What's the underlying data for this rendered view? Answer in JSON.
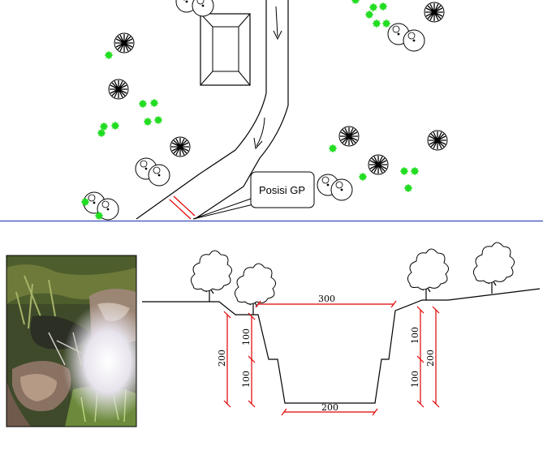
{
  "site_plan": {
    "callout_label": "Posisi GP"
  },
  "cross_section": {
    "dimensions": {
      "top_width": "300",
      "bottom_width": "200",
      "left_total_depth": "200",
      "left_upper_depth": "100",
      "left_lower_depth": "100",
      "right_upper_depth": "100",
      "right_lower_depth": "100",
      "right_total_depth": "200"
    }
  },
  "colors": {
    "dimension_line": "#e00000",
    "shrub": "#22dd22",
    "divider": "#1a2fa8",
    "linework": "#000000"
  }
}
